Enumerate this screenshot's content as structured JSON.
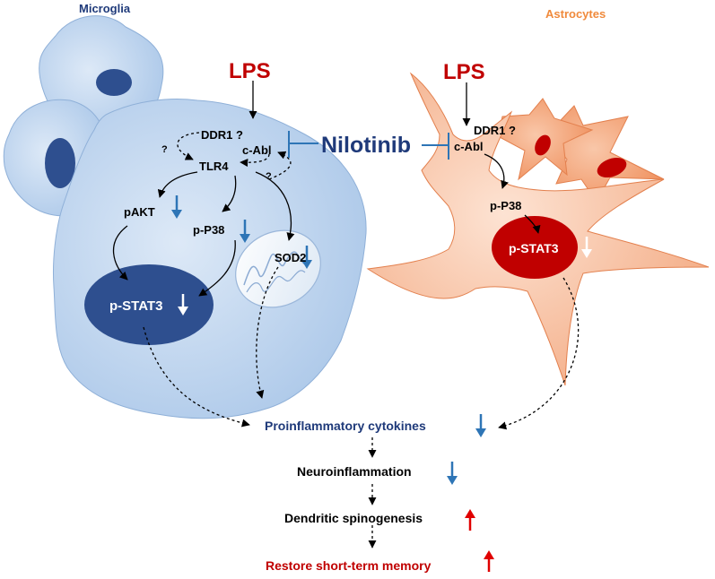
{
  "labels": {
    "microglia_title": "Microglia",
    "astrocytes_title": "Astrocytes",
    "lps_left": "LPS",
    "lps_right": "LPS",
    "nilotinib": "Nilotinib",
    "ddr1_left": "DDR1 ?",
    "cabl_left": "c-Abl",
    "tlr4": "TLR4",
    "q_ddr1_tlr4": "?",
    "q_cabl_tlr4": "?",
    "pakt": "pAKT",
    "pp38_left": "p-P38",
    "sod2": "SOD2",
    "pstat3_left": "p-STAT3",
    "ddr1_right": "DDR1 ?",
    "cabl_right": "c-Abl",
    "pp38_right": "p-P38",
    "pstat3_right": "p-STAT3",
    "cytokines": "Proinflammatory cytokines",
    "neuroinflammation": "Neuroinflammation",
    "spinogenesis": "Dendritic spinogenesis",
    "memory": "Restore short-term memory"
  },
  "colors": {
    "microglia_title": "#1f3a7a",
    "astrocytes_title": "#f08a3c",
    "lps": "#c00000",
    "nilotinib": "#1f3a7a",
    "inhibition_line": "#2e75b6",
    "cell_microglia": "#b7d0ec",
    "cell_astrocyte": "#f6b99a",
    "nucleus_microglia": "#2e4f8f",
    "nucleus_astrocyte": "#c00000",
    "down_arrow_blue": "#2e75b6",
    "up_arrow_red": "#e00000",
    "cytokines_text": "#1f3a7a",
    "memory_text": "#c00000"
  },
  "indicators": {
    "pakt": "down",
    "pp38_left": "down",
    "sod2": "down",
    "pstat3_left": "down",
    "pstat3_right": "down",
    "cytokines": "down",
    "neuroinflammation": "down",
    "spinogenesis": "up",
    "memory": "up"
  }
}
